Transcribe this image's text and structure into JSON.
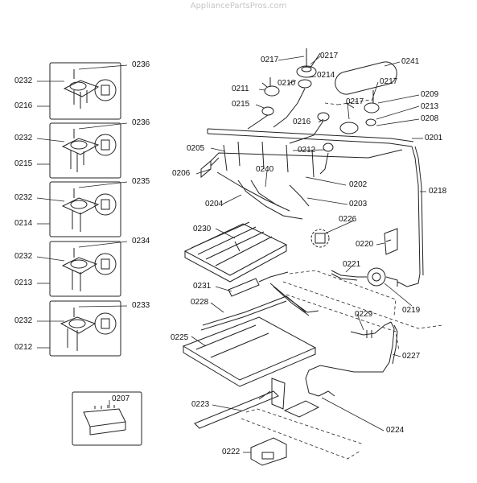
{
  "watermark": "AppliancePartsPros.com",
  "callouts": [
    {
      "id": "c0236a",
      "text": "0236"
    },
    {
      "id": "c0232a",
      "text": "0232"
    },
    {
      "id": "c0216",
      "text": "0216"
    },
    {
      "id": "c0236b",
      "text": "0236"
    },
    {
      "id": "c0232b",
      "text": "0232"
    },
    {
      "id": "c0215",
      "text": "0215"
    },
    {
      "id": "c0235",
      "text": "0235"
    },
    {
      "id": "c0232c",
      "text": "0232"
    },
    {
      "id": "c0214a",
      "text": "0214"
    },
    {
      "id": "c0234",
      "text": "0234"
    },
    {
      "id": "c0232d",
      "text": "0232"
    },
    {
      "id": "c0213a",
      "text": "0213"
    },
    {
      "id": "c0233",
      "text": "0233"
    },
    {
      "id": "c0232e",
      "text": "0232"
    },
    {
      "id": "c0212a",
      "text": "0212"
    },
    {
      "id": "c0207",
      "text": "0207"
    },
    {
      "id": "c0217a",
      "text": "0217"
    },
    {
      "id": "c0217b",
      "text": "0217"
    },
    {
      "id": "c0241",
      "text": "0241"
    },
    {
      "id": "c0214b",
      "text": "0214"
    },
    {
      "id": "c0211",
      "text": "0211"
    },
    {
      "id": "c0210",
      "text": "0210"
    },
    {
      "id": "c0217c",
      "text": "0217"
    },
    {
      "id": "c0209",
      "text": "0209"
    },
    {
      "id": "c0215b",
      "text": "0215"
    },
    {
      "id": "c0217d",
      "text": "0217"
    },
    {
      "id": "c0213b",
      "text": "0213"
    },
    {
      "id": "c0216b",
      "text": "0216"
    },
    {
      "id": "c0208",
      "text": "0208"
    },
    {
      "id": "c0201",
      "text": "0201"
    },
    {
      "id": "c0205",
      "text": "0205"
    },
    {
      "id": "c0212b",
      "text": "0212"
    },
    {
      "id": "c0206",
      "text": "0206"
    },
    {
      "id": "c0240",
      "text": "0240"
    },
    {
      "id": "c0202",
      "text": "0202"
    },
    {
      "id": "c0218",
      "text": "0218"
    },
    {
      "id": "c0204",
      "text": "0204"
    },
    {
      "id": "c0203",
      "text": "0203"
    },
    {
      "id": "c0226",
      "text": "0226"
    },
    {
      "id": "c0230",
      "text": "0230"
    },
    {
      "id": "c0220",
      "text": "0220"
    },
    {
      "id": "c0221",
      "text": "0221"
    },
    {
      "id": "c0231",
      "text": "0231"
    },
    {
      "id": "c0219",
      "text": "0219"
    },
    {
      "id": "c0228",
      "text": "0228"
    },
    {
      "id": "c0229",
      "text": "0229"
    },
    {
      "id": "c0225",
      "text": "0225"
    },
    {
      "id": "c0227",
      "text": "0227"
    },
    {
      "id": "c0223",
      "text": "0223"
    },
    {
      "id": "c0224",
      "text": "0224"
    },
    {
      "id": "c0222",
      "text": "0222"
    }
  ]
}
